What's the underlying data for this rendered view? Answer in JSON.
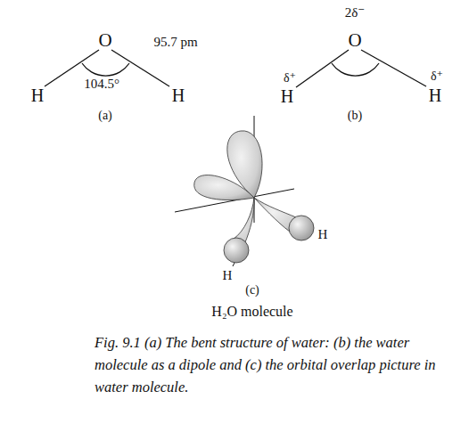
{
  "diagram": {
    "caption": "Fig. 9.1 (a) The bent structure of water: (b) the water molecule as a dipole and (c) the orbital overlap picture in water molecule.",
    "labels": [
      "O",
      "95.7 pm",
      "104.5°",
      "H",
      "H",
      "(a)",
      "2δ⁻",
      "O",
      "δ⁺",
      "δ⁺",
      "H",
      "H",
      "(b)",
      "H",
      "H",
      "(c)",
      "H₂O molecule"
    ]
  }
}
